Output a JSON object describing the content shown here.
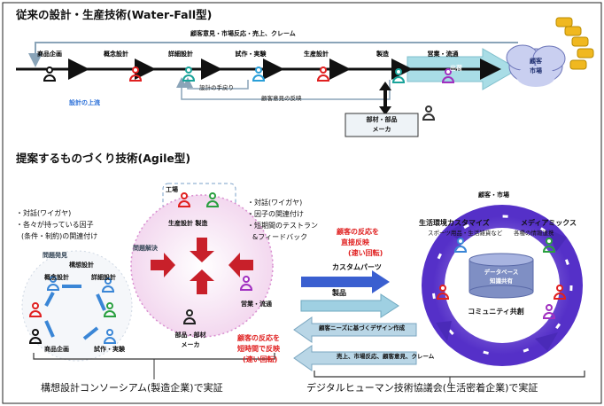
{
  "waterfall": {
    "title": "従来の設計・生産技術(Water-Fall型)",
    "feedback_label": "顧客意見・市場反応・売上、クレーム",
    "steps": [
      "商品企画",
      "概念設計",
      "詳細設計",
      "試作・実験",
      "生産設計",
      "製造",
      "営業・流通"
    ],
    "rework_1": "設計の手戻り",
    "rework_2": "顧客意見の反映",
    "upstream_label": "設計の上流",
    "delivery_label": "出荷",
    "market_line1": "顧客",
    "market_line2": "市場",
    "supplier_line1": "部材・部品",
    "supplier_line2": "メーカ"
  },
  "agile": {
    "title": "提案するものづくり技術(Agile型)",
    "left_notes": [
      "・対話(ワイガヤ)",
      "・各々が持っている因子",
      "(条件・制約)の関連付け"
    ],
    "factory_label": "工場",
    "factory_roles": "生産設計  製造",
    "right_notes": [
      "・対話(ワイガヤ)",
      "・因子の関連付け",
      "・短期間のテストラン",
      "&フィードバック"
    ],
    "problem_discovery": "問題発見",
    "problem_solving": "問題解決",
    "concept_design": "構想設計",
    "outline_design": "概念設計",
    "detailed_design": "詳細設計",
    "product_planning": "商品企画",
    "prototype_test": "試作・実験",
    "sales_distribution": "営業・流通",
    "parts_supplier_1": "部品・部材",
    "parts_supplier_2": "メーカ",
    "fast_response": [
      "顧客の反応を",
      "直接反映",
      "(速い回転)"
    ],
    "custom_parts": "カスタムパーツ",
    "product": "製品",
    "needs_design": "顧客ニーズに基づくデザイン作成",
    "feedback_items": "売上、市場反応、顧客意見、クレーム",
    "short_time": [
      "顧客の反応を",
      "短時間で反映",
      "(速い回転)"
    ],
    "customer_market": "顧客・市場",
    "customization": "生活環境カスタマイズ",
    "customization_sub": "スポーツ用品・生活雑貨など",
    "media_mix": "メディアミックス",
    "media_mix_sub": "各種の情報連携",
    "database_1": "データベース",
    "database_2": "知識共有",
    "community": "コミュニティ共創"
  },
  "footer": {
    "left": "構想設計コンソーシアム(製造企業)で実証",
    "right": "デジタルヒューマン技術協議会(生活密着企業)で実証"
  },
  "colors": {
    "title_text": "#111111",
    "emphasis_red": "#e02020",
    "accent_blue": "#2a6fd8",
    "community_purple": "#5530c8",
    "arrow_red": "#c8202a"
  }
}
